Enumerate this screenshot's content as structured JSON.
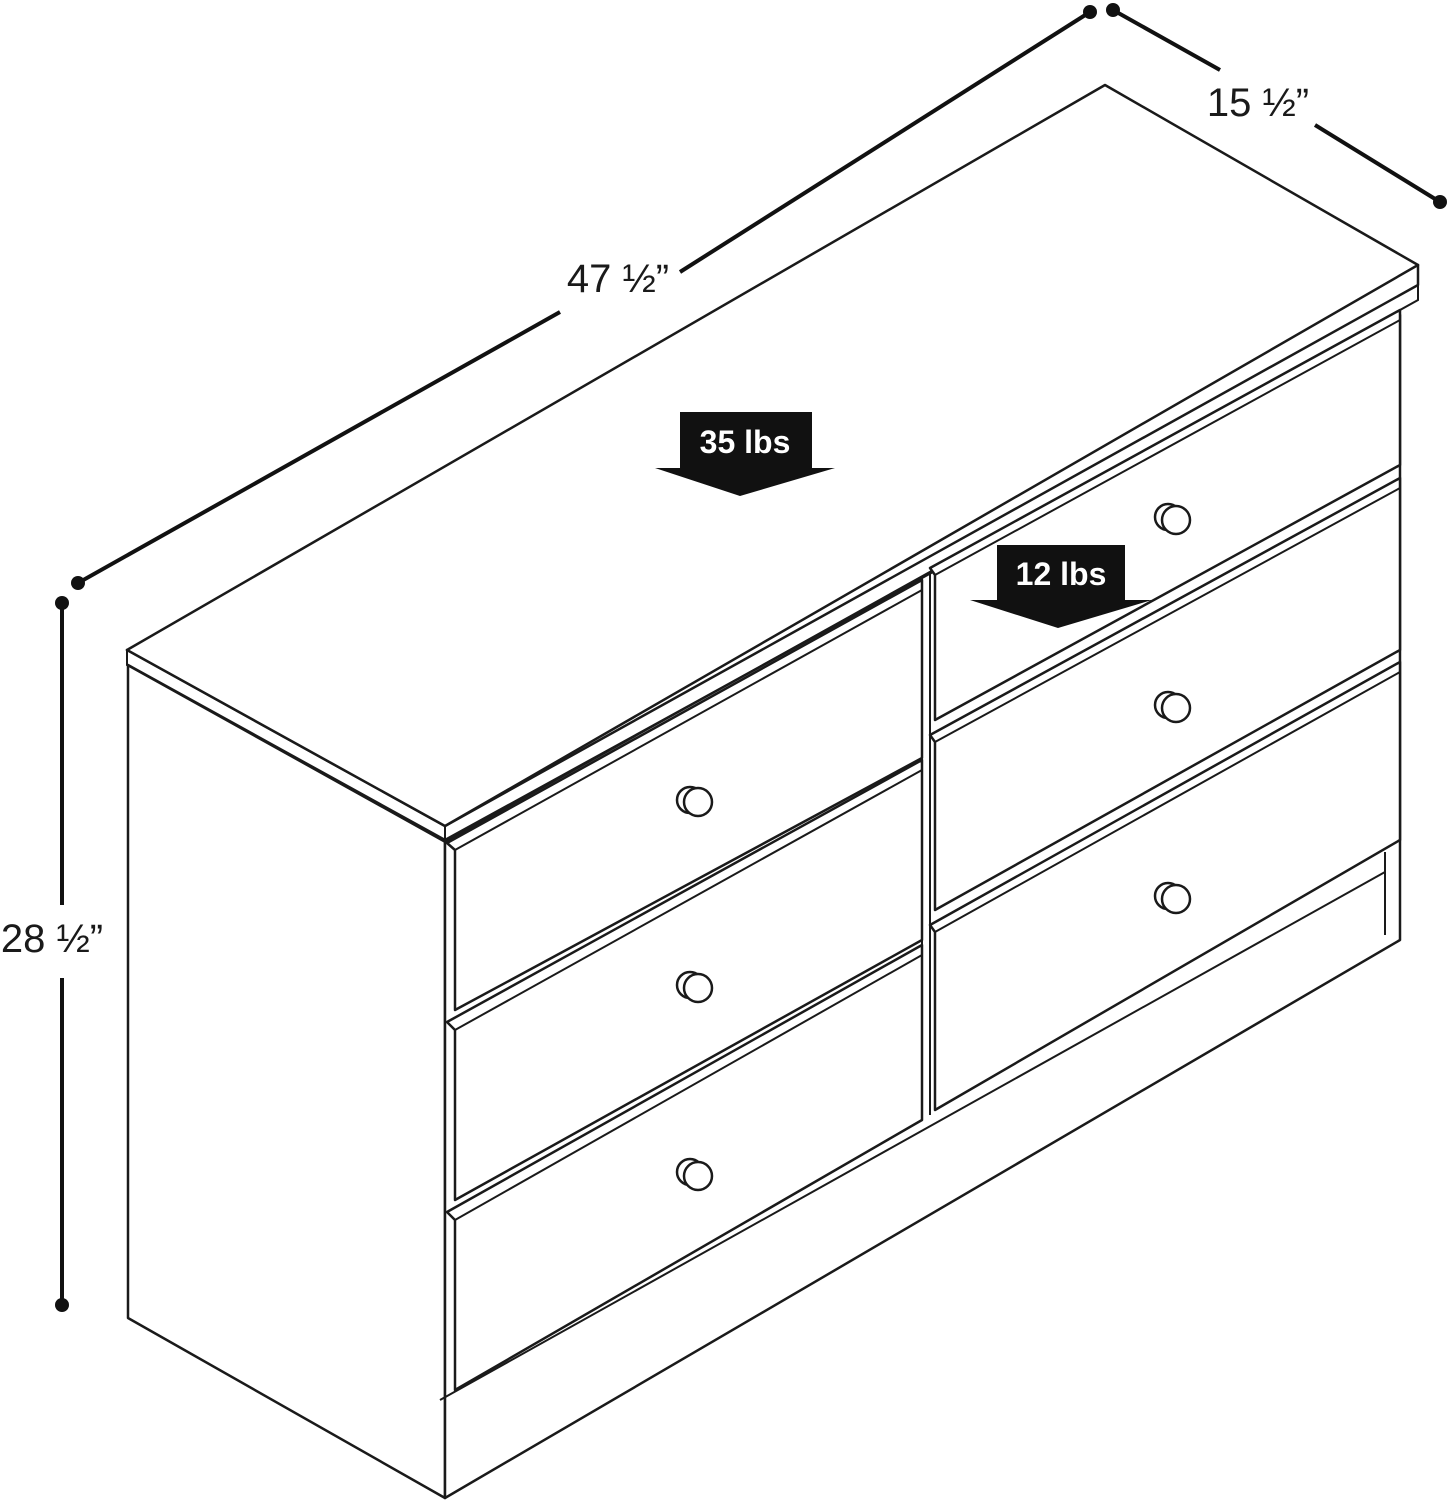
{
  "dimensions": {
    "width": "47 ½”",
    "depth": "15 ½”",
    "height": "28 ½”"
  },
  "weight_labels": {
    "top": "35 lbs",
    "drawer": "12 lbs"
  },
  "colors": {
    "line": "#1a1a1a",
    "arrow_fill": "#111111",
    "background": "#ffffff"
  }
}
